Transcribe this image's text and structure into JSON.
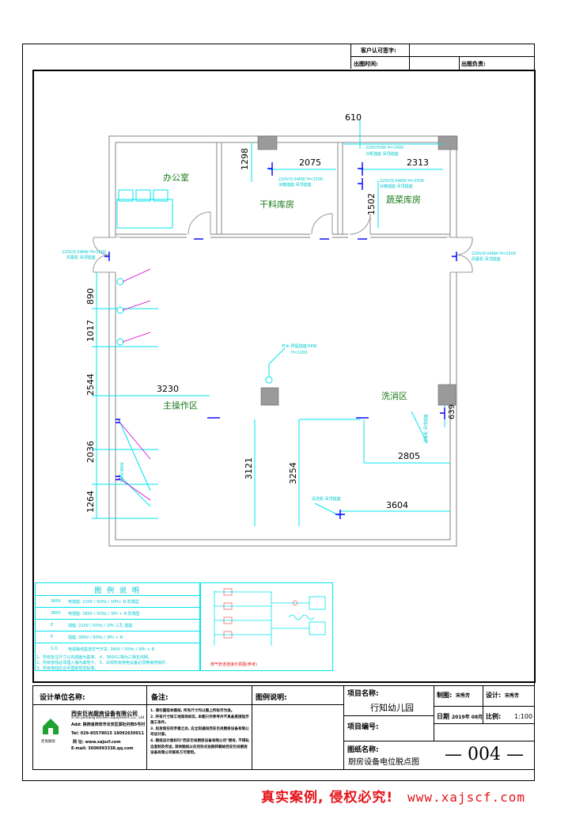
{
  "header": {
    "client_sign_label": "客户认可签字:",
    "issue_date_label": "出图时间:",
    "issue_person_label": "出图负责:"
  },
  "rooms": {
    "office": "办公室",
    "dry_store": "干料库房",
    "veg_store": "蔬菜库房",
    "main_area": "主操作区",
    "wash_area": "洗消区"
  },
  "dims": {
    "d610": "610",
    "d2075": "2075",
    "d2313": "2313",
    "d1298": "1298",
    "d1502": "1502",
    "d890": "890",
    "d1017": "1017",
    "d2544": "2544",
    "d2036": "2036",
    "d1264": "1264",
    "d3230": "3230",
    "d3121": "3121",
    "d3254": "3254",
    "d2805": "2805",
    "d3604": "3604",
    "d639": "639"
  },
  "annotations": {
    "a1": "220V/0.04KW H=2500",
    "a1b": "风幕机 吊顶插座",
    "a2": "220V/50W H=1000",
    "a2b": "冷柜插座 吊顶插座",
    "a3": "220V/0.04KW H=2500",
    "a3b": "冰箱插座 吊顶插座",
    "a4": "220V/0.04KW H=2500",
    "a4b": "冰箱插座 吊顶插座",
    "a5": "220V/0.04KW H=2500",
    "a5b": "风幕机 吊顶插座",
    "a6": "开水 预留插座/5KW",
    "a6b": "H=1200",
    "a7": "清洗机 吊顶插座",
    "a8": "380V/8KW",
    "a9": "消毒柜 吊顶插座"
  },
  "legend": {
    "title": "图 例 说 明",
    "rows": [
      {
        "code": "380V",
        "text": "电插座: 220V / 50Hz / 1PH+ N 防溅型"
      },
      {
        "code": "380V",
        "text": "电插座: 380V / 50Hz / 3Ph + N 防溅型"
      },
      {
        "code": "E",
        "text": "插座: 220V / 50Hz / 1Ph 三孔 插座"
      },
      {
        "code": "E",
        "text": "插座: 380V / 50Hz / 3Ph + N"
      },
      {
        "code": "S.O.",
        "text": "电源接线盒连空气开关: 380V / 50Hz / 3Ph + N"
      }
    ],
    "notes": [
      "1、所有标注尺寸以完成面为基准。  4、380V三相为三相五线制。",
      "2、所有管线必须埋入墙内或地下。  5、出现所有用电设备必须带接地保护。",
      "3、所有电线应合乎国家规范标准。"
    ],
    "schematic_note": "燃气管道连接示意图(参考)"
  },
  "titleblock": {
    "design_unit_label": "设计单位名称:",
    "company_cn": "西安巨尚厨房设备有限公司",
    "company_en": "xi'an jushang kitchen equipment Co., Ltd",
    "address": "Add: 陕西省西安市长安区郭杜村西5号村",
    "tel": "Tel: 029-85578015   18092630011",
    "web_label": "巨尚厨房",
    "web": "网 址: www.xajscf.com",
    "email": "E-mail: 3606093338.qq.com",
    "notes_label": "备注:",
    "notes": [
      "1. 请勿量取本图纸, 所有尺寸均以图上所标示为准。",
      "2. 所有尺寸按工地现场核实, 本图只作参考并不具备直接指示施工条件。",
      "3. 如发现任何矛盾之处, 应立刻通知西安巨尚厨房设备有限公司设计部。",
      "4. 图纸设计版权归\"西安巨尚厨房设备有限公司\"拥有, 不得私自复制及传送, 须将图纸以任何形式拍照转载给西安巨尚厨房设备有限公司联系方可使用。"
    ],
    "drawing_desc_label": "图例说明:",
    "project_name_label": "项目名称:",
    "project_name": "行知幼儿园",
    "project_no_label": "项目编号:",
    "drawing_name_label": "图纸名称:",
    "drawing_name": "厨房设备电位脱点图",
    "drafter_label": "制图:",
    "drafter": "宋秀芳",
    "designer_label": "设计:",
    "designer": "宋秀芳",
    "date_label": "日期",
    "date": "2019年 08月",
    "scale_label": "比例:",
    "scale": "1:100",
    "sheet_no": "— 004 —"
  },
  "watermark": {
    "text": "真实案例, 侵权必究!",
    "url": "www.xajscf.com"
  },
  "colors": {
    "cyan": "#00e5ee",
    "blue": "#0000ff",
    "magenta": "#d400d4",
    "wall": "#999999",
    "red": "#e4141b"
  }
}
